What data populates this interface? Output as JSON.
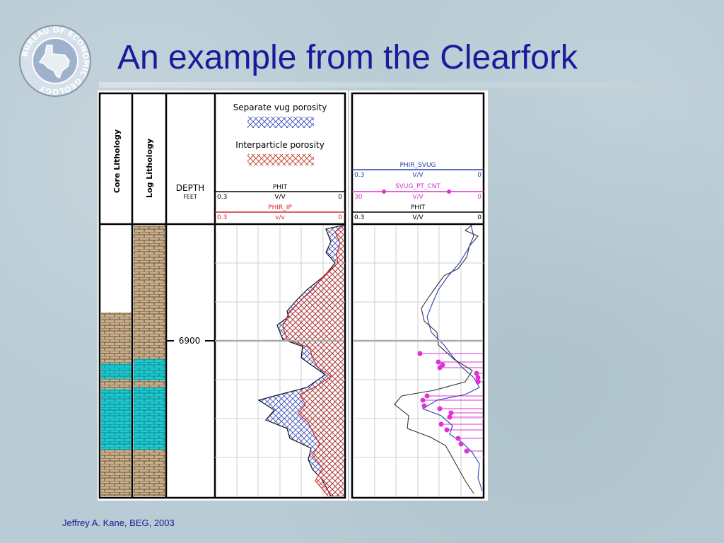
{
  "slide": {
    "title": "An example from the Clearfork",
    "footer": "Jeffrey A. Kane, BEG, 2003"
  },
  "logo": {
    "icon": "bureau-of-economic-geology-seal-icon",
    "text": "BUREAU OF ECONOMIC GEOLOGY"
  },
  "colors": {
    "title": "#1a1a9c",
    "background": "#b9cbd4",
    "vug_pattern": "#3b4fb8",
    "interparticle_pattern": "#c0392b",
    "phir_ip_label": "#d0282b",
    "svug_points": "#e030d8",
    "phir_svug_label": "#2b3fb0",
    "dolomite": "#c9ae8a",
    "anhydrite": "#1ec8cf"
  },
  "log": {
    "track_labels": {
      "core_lithology": "Core Lithology",
      "log_lithology": "Log Lithology",
      "depth": "DEPTH",
      "depth_unit": "FEET",
      "depth_marker": "6900"
    },
    "legend": {
      "separate_vug": "Separate vug porosity",
      "interparticle": "Interparticle porosity"
    },
    "track3_headers": [
      {
        "name": "PHIT",
        "left": "0.3",
        "unit": "V/V",
        "right": "0"
      },
      {
        "name": "PHIR_IP",
        "left": "0.3",
        "unit": "v/v",
        "right": "0"
      }
    ],
    "track4_headers": [
      {
        "name": "PHIR_SVUG",
        "left": "0.3",
        "unit": "V/V",
        "right": "0"
      },
      {
        "name": "SVUG_PT_CNT",
        "left": "30",
        "unit": "V/V",
        "right": "0"
      },
      {
        "name": "PHIT",
        "left": "0.3",
        "unit": "V/V",
        "right": "0"
      }
    ]
  }
}
